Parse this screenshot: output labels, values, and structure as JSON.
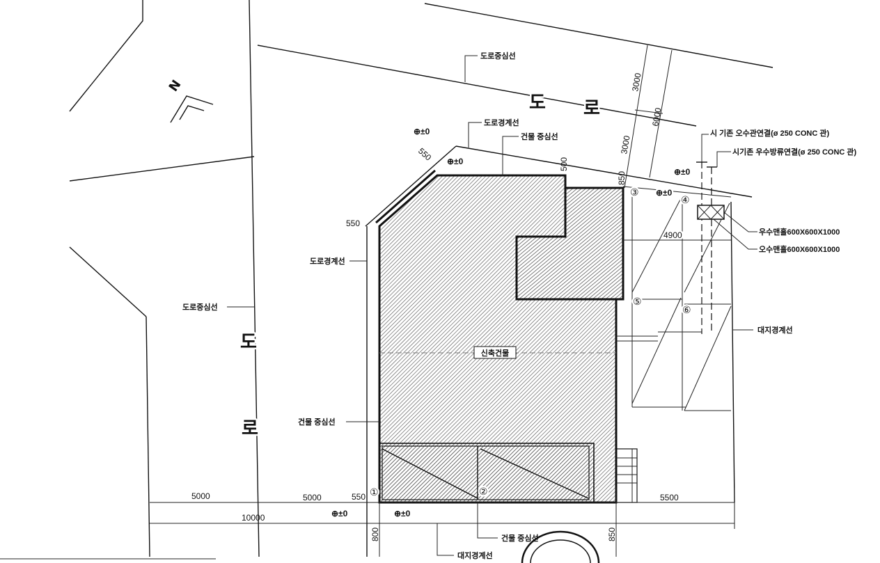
{
  "road_top": {
    "center_line": "도로중심선",
    "char1": "도",
    "char2": "로",
    "boundary": "도로경계선"
  },
  "road_left": {
    "center_line": "도로중심선",
    "boundary": "도로경계선",
    "char1": "도",
    "char2": "로"
  },
  "building": {
    "name": "신축건물",
    "center_line_top": "건물 중심선",
    "center_line_left": "건물 중심선",
    "center_line_bottom": "건물 중심선"
  },
  "site": {
    "boundary_right": "대지경계선",
    "boundary_bottom": "대지경계선"
  },
  "utilities": {
    "sewer_connection": "시 기존 오수관연결(ø 250 CONC 관)",
    "storm_connection": "시기존 우수방류연결(ø 250 CONC 관)",
    "storm_manhole": "우수맨홀600X600X1000",
    "sewer_manhole": "오수맨홀600X600X1000"
  },
  "levels": [
    "⊕±0",
    "⊕±0",
    "⊕±0",
    "⊕±0",
    "⊕±0",
    "⊕±0"
  ],
  "markers": [
    "①",
    "②",
    "③",
    "④",
    "⑤",
    "⑥"
  ],
  "dimensions": {
    "road_top_a": "3000",
    "road_top_b": "6000",
    "road_top_c": "3000",
    "corner_top": "550",
    "top_500": "500",
    "top_850": "850",
    "left_550": "550",
    "right_4900": "4900",
    "bottom_5000_a": "5000",
    "bottom_5000_b": "5000",
    "bottom_550": "550",
    "bottom_10000": "10000",
    "bottom_5500": "5500",
    "bottom_800": "800",
    "bottom_850": "850"
  },
  "north": "N"
}
